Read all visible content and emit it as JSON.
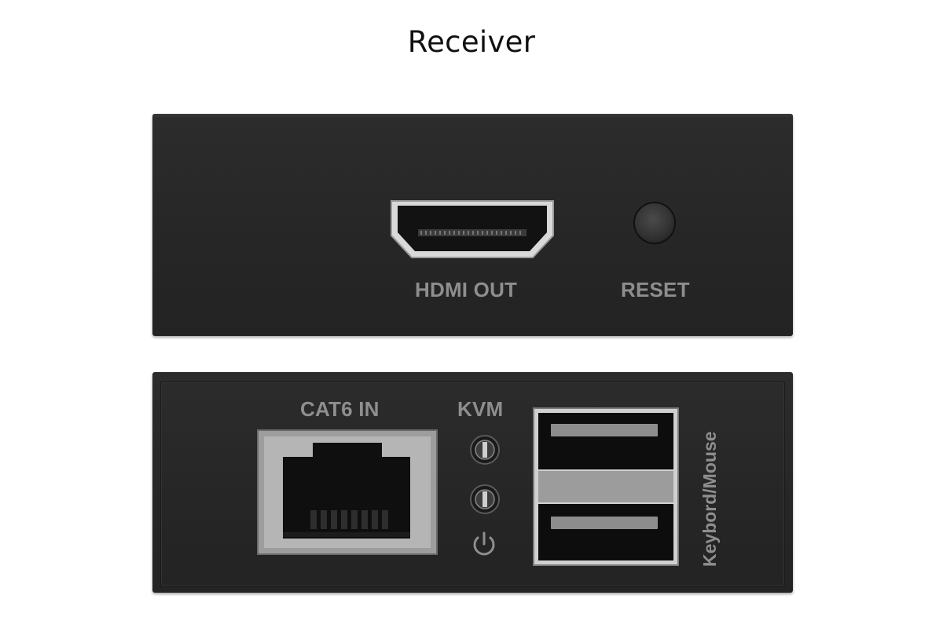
{
  "title": "Receiver",
  "top_panel": {
    "hdmi_label": "HDMI OUT",
    "reset_label": "RESET"
  },
  "bottom_panel": {
    "cat6_label": "CAT6 IN",
    "kvm_label": "KVM",
    "usb_label": "Keybord/Mouse",
    "icons": [
      "led-indicator-icon",
      "led-indicator-icon",
      "power-icon"
    ]
  }
}
